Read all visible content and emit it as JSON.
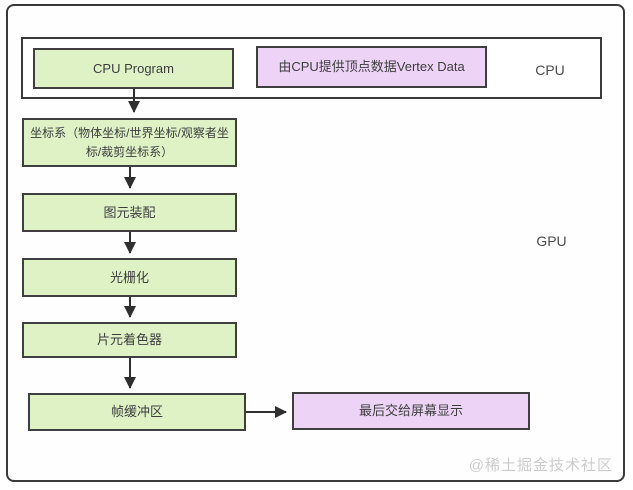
{
  "diagram": {
    "cpu_section": {
      "label": "CPU",
      "cpu_program": "CPU Program",
      "vertex_data": "由CPU提供顶点数据Vertex Data"
    },
    "gpu_label": "GPU",
    "pipeline": [
      "坐标系（物体坐标/世界坐标/观察者坐标/裁剪坐标系）",
      "图元装配",
      "光栅化",
      "片元着色器",
      "帧缓冲区"
    ],
    "output_box": "最后交给屏幕显示",
    "watermark": "@稀土掘金技术社区",
    "colors": {
      "stage_fill": "#def2c6",
      "data_fill": "#edd4f6",
      "border": "#3a3a3a",
      "arrow": "#2f2f2f",
      "watermark_text": "#cccccc"
    }
  }
}
